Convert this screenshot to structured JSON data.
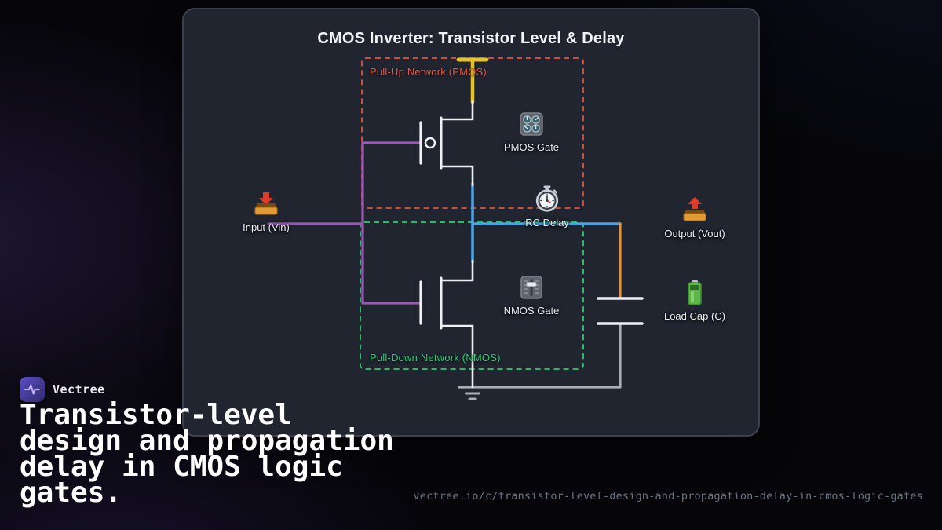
{
  "diagram": {
    "title": "CMOS Inverter: Transistor Level & Delay",
    "regions": {
      "pullup": "Pull-Up Network (PMOS)",
      "pulldown": "Pull-Down Network (NMOS)"
    },
    "nodes": {
      "input": "Input (Vin)",
      "output": "Output (Vout)",
      "pmos_gate": "PMOS Gate",
      "rc_delay": "RC Delay",
      "nmos_gate": "NMOS Gate",
      "load_cap": "Load Cap (C)"
    },
    "icons": {
      "input": "inbox-tray-icon",
      "output": "outbox-tray-icon",
      "pmos_gate": "control-knobs-icon",
      "rc_delay": "stopwatch-icon",
      "nmos_gate": "level-slider-icon",
      "load_cap": "battery-icon"
    },
    "colors": {
      "vdd_rail": "#e8c227",
      "input_wire": "#9b59b6",
      "output_wire": "#4aa3e8",
      "cap_wire": "#e8913a",
      "ground_wire": "#aab0b8",
      "pullup_box": "#e8503a",
      "pulldown_box": "#2ecc71",
      "circuit_stroke": "#eef0f4"
    }
  },
  "branding": {
    "name": "Vectree",
    "logo_icon": "waveform-pulse-icon",
    "headline_lines": [
      "Transistor-level",
      "design and propagation",
      "delay in CMOS logic",
      "gates."
    ],
    "url": "vectree.io/c/transistor-level-design-and-propagation-delay-in-cmos-logic-gates"
  }
}
